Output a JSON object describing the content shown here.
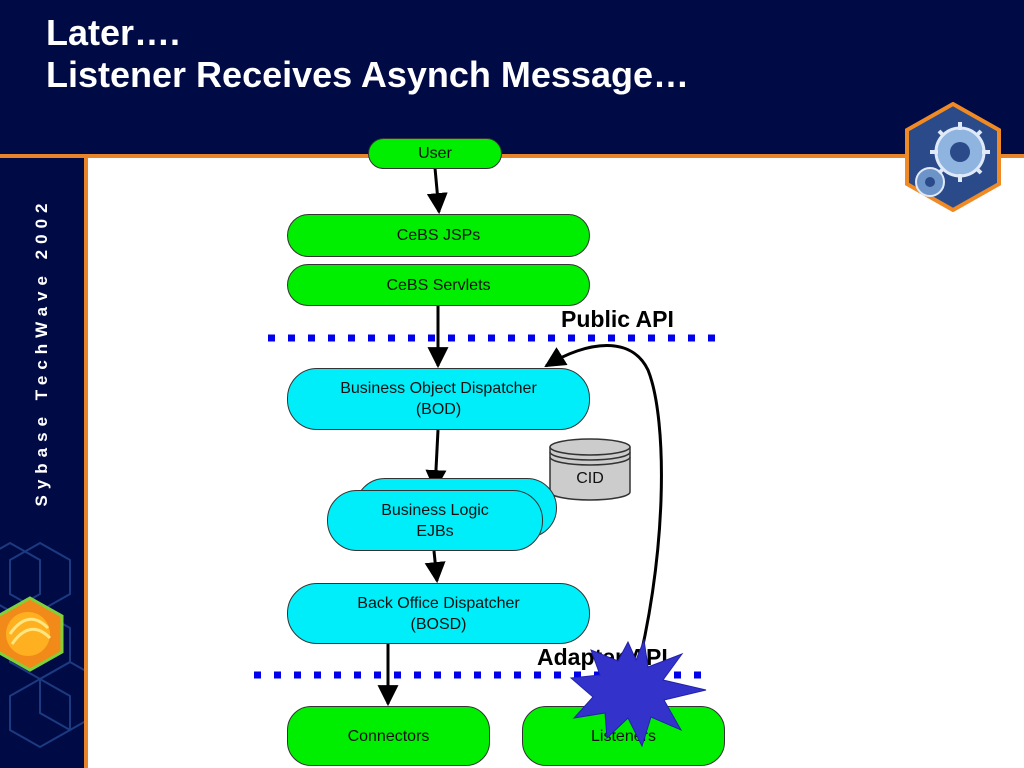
{
  "slide": {
    "title_line1": "Later….",
    "title_line2": "Listener Receives Asynch Message…",
    "sidebar_text": "Sybase TechWave 2002"
  },
  "diagram": {
    "user": "User",
    "cebs_jsps": "CeBS JSPs",
    "cebs_servlets": "CeBS Servlets",
    "bod_line1": "Business Object Dispatcher",
    "bod_line2": "(BOD)",
    "cid": "CID",
    "ejb_line1": "Business Logic",
    "ejb_line2": "EJBs",
    "bosd_line1": "Back Office Dispatcher",
    "bosd_line2": "(BOSD)",
    "connectors": "Connectors",
    "listeners": "Listeners",
    "public_api": "Public API",
    "adapter_api": "Adapter API"
  },
  "colors": {
    "header_bg": "#000a45",
    "accent_orange": "#e8842a",
    "node_green": "#00ee00",
    "node_cyan": "#00eefa",
    "dotted_line_blue": "#0000ee",
    "starburst": "#3333cc"
  }
}
